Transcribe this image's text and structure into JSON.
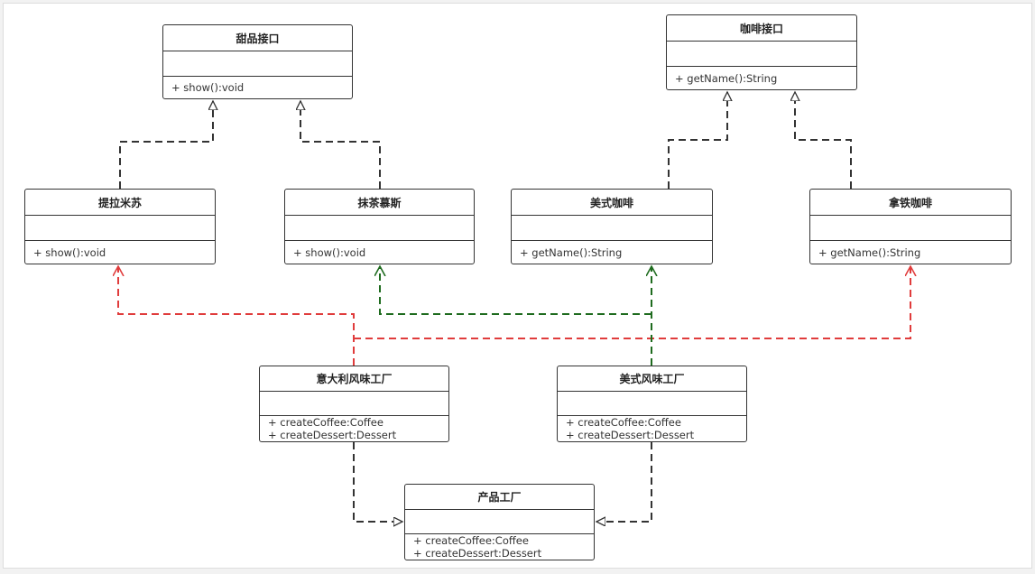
{
  "colors": {
    "line": "#333333",
    "italian_factory_link": "#e03c3c",
    "american_factory_link": "#1e6b1e"
  },
  "classes": {
    "dessert_interface": {
      "name": "甜品接口",
      "methods": [
        "+ show():void"
      ]
    },
    "coffee_interface": {
      "name": "咖啡接口",
      "methods": [
        "+ getName():String"
      ]
    },
    "tiramisu": {
      "name": "提拉米苏",
      "methods": [
        "+ show():void"
      ]
    },
    "matcha_mousse": {
      "name": "抹茶慕斯",
      "methods": [
        "+ show():void"
      ]
    },
    "americano": {
      "name": "美式咖啡",
      "methods": [
        "+ getName():String"
      ]
    },
    "latte": {
      "name": "拿铁咖啡",
      "methods": [
        "+ getName():String"
      ]
    },
    "italian_factory": {
      "name": "意大利风味工厂",
      "methods": [
        "+ createCoffee:Coffee",
        "+ createDessert:Dessert"
      ]
    },
    "american_factory": {
      "name": "美式风味工厂",
      "methods": [
        "+ createCoffee:Coffee",
        "+ createDessert:Dessert"
      ]
    },
    "product_factory": {
      "name": "产品工厂",
      "methods": [
        "+ createCoffee:Coffee",
        "+ createDessert:Dessert"
      ]
    }
  }
}
